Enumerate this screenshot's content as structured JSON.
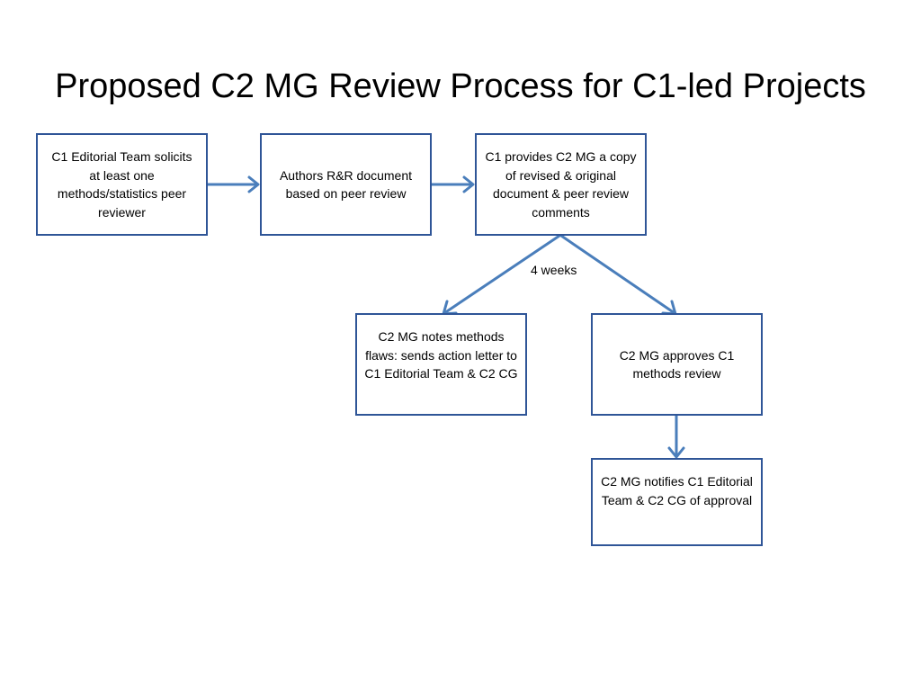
{
  "title": "Proposed C2 MG Review Process for C1-led Projects",
  "colors": {
    "box_border": "#2f5597",
    "arrow": "#4a7ebb",
    "box_fill": "#ffffff",
    "text": "#000000"
  },
  "nodes": {
    "solicit_reviewer": "C1 Editorial Team solicits at least one methods/statistics peer reviewer",
    "authors_revise": "Authors R&R document based on peer review",
    "provide_copy": "C1 provides C2 MG a copy of revised & original document & peer review comments",
    "notes_flaws": "C2 MG notes methods flaws: sends action letter to C1 Editorial Team & C2 CG",
    "approves_review": "C2 MG approves C1 methods review",
    "notifies_approval": "C2 MG notifies C1 Editorial Team & C2 CG of approval"
  },
  "edges": {
    "review_period_label": "4 weeks"
  }
}
